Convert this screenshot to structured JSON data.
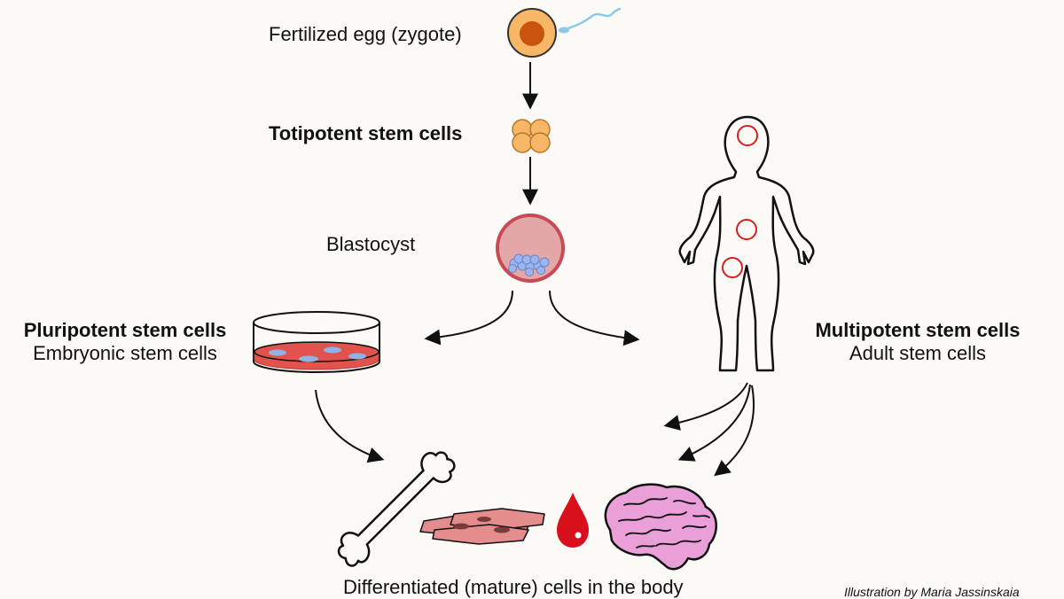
{
  "labels": {
    "zygote": "Fertilized egg (zygote)",
    "totipotent": "Totipotent stem cells",
    "blastocyst": "Blastocyst",
    "pluripotent_title": "Pluripotent stem cells",
    "pluripotent_sub": "Embryonic stem cells",
    "multipotent_title": "Multipotent stem cells",
    "multipotent_sub": "Adult stem cells",
    "differentiated": "Differentiated (mature) cells in the body",
    "credit": "Illustration by Maria Jassinskaia"
  },
  "colors": {
    "background": "#fbfaf6",
    "egg_fill": "#f7b767",
    "egg_nucleus": "#c8540f",
    "sperm": "#8ec9e8",
    "blastocyst_ring": "#c84a55",
    "blastocyst_fill": "#e3a7a7",
    "inner_cells": "#9bb5ee",
    "dish_medium": "#e2534e",
    "dish_cells": "#8fb3e6",
    "highlight_circle": "#d42020",
    "muscle_cells": "#e58c8c",
    "blood_drop": "#d8101c",
    "brain": "#ea9fd8"
  },
  "icons": [
    "zygote-icon",
    "totipotent-cluster-icon",
    "blastocyst-icon",
    "petri-dish-icon",
    "human-body-icon",
    "bone-icon",
    "muscle-cells-icon",
    "blood-drop-icon",
    "brain-icon"
  ]
}
